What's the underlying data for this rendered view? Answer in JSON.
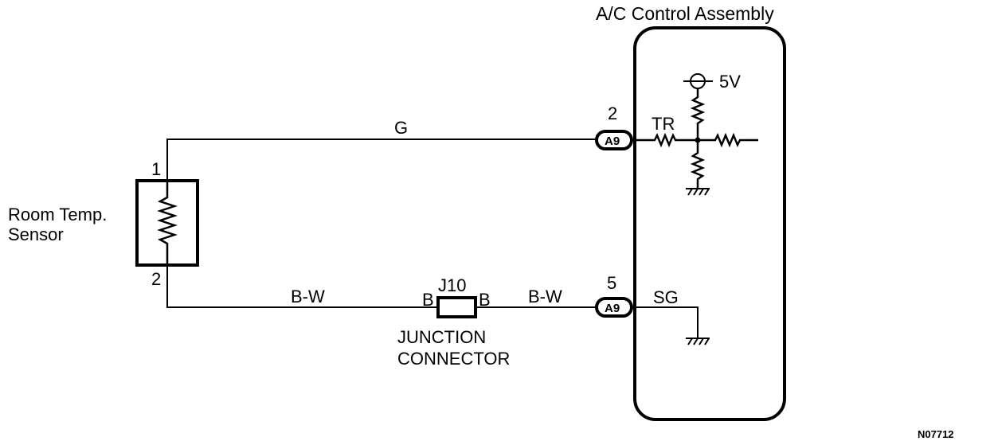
{
  "assembly": {
    "title": "A/C Control Assembly"
  },
  "sensor": {
    "label_line1": "Room Temp.",
    "label_line2": "Sensor",
    "pin_top": "1",
    "pin_bottom": "2"
  },
  "wires": {
    "upper_color": "G",
    "lower_left_color": "B-W",
    "lower_right_color": "B-W"
  },
  "junction": {
    "id": "J10",
    "pin_left": "B",
    "pin_right": "B",
    "label_line1": "JUNCTION",
    "label_line2": "CONNECTOR"
  },
  "connector_upper": {
    "code": "A9",
    "pin": "2",
    "terminal": "TR"
  },
  "connector_lower": {
    "code": "A9",
    "pin": "5",
    "terminal": "SG"
  },
  "supply": {
    "voltage": "5V"
  },
  "figure_code": "N07712"
}
